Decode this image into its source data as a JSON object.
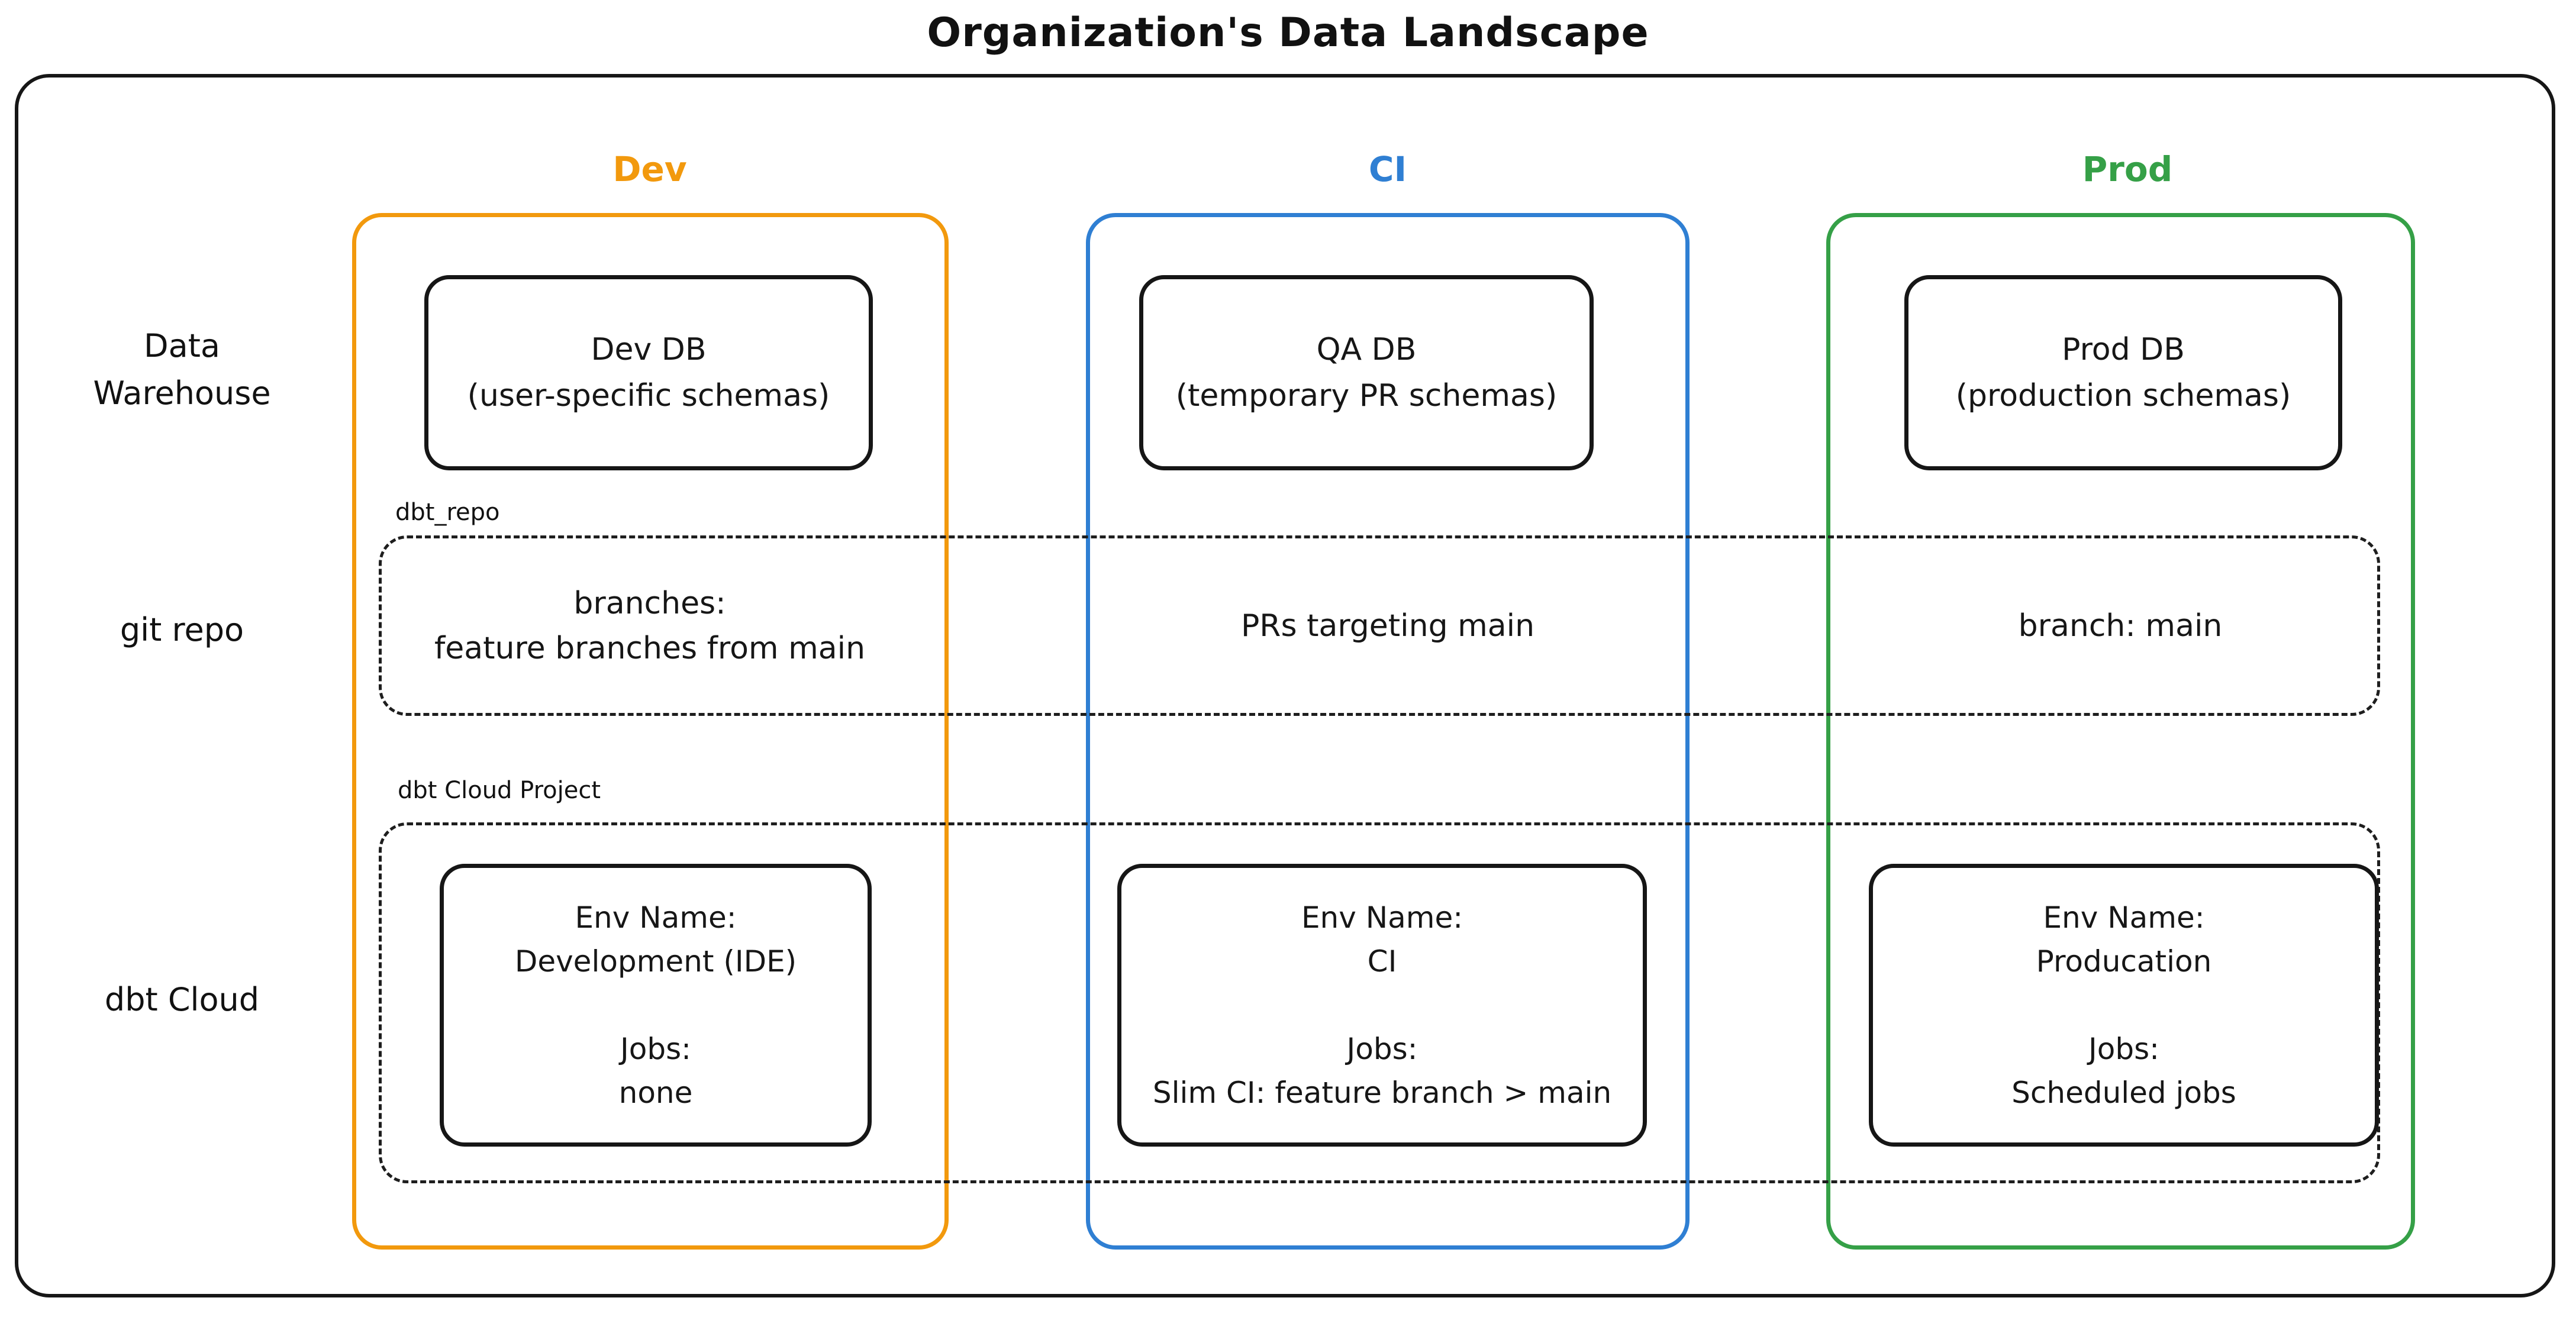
{
  "title": "Organization's Data Landscape",
  "columns": [
    {
      "label": "Dev",
      "color": "#F2990D"
    },
    {
      "label": "CI",
      "color": "#2F7FD3"
    },
    {
      "label": "Prod",
      "color": "#35A047"
    }
  ],
  "row_labels": {
    "warehouse_line1": "Data",
    "warehouse_line2": "Warehouse",
    "git_repo": "git repo",
    "dbt_cloud": "dbt Cloud"
  },
  "warehouse_boxes": [
    {
      "line1": "Dev DB",
      "line2": "(user-specific schemas)"
    },
    {
      "line1": "QA DB",
      "line2": "(temporary PR schemas)"
    },
    {
      "line1": "Prod DB",
      "line2": "(production schemas)"
    }
  ],
  "git_repo_section": {
    "container_label": "dbt_repo",
    "cells": [
      {
        "line1": "branches:",
        "line2": "feature branches from main"
      },
      {
        "line1": "PRs targeting main",
        "line2": ""
      },
      {
        "line1": "branch: main",
        "line2": ""
      }
    ]
  },
  "dbt_cloud_section": {
    "container_label": "dbt Cloud Project",
    "env_boxes": [
      {
        "env_label": "Env Name:",
        "env_name": "Development (IDE)",
        "jobs_label": "Jobs:",
        "jobs_value": "none"
      },
      {
        "env_label": "Env Name:",
        "env_name": "CI",
        "jobs_label": "Jobs:",
        "jobs_value": "Slim CI: feature branch > main"
      },
      {
        "env_label": "Env Name:",
        "env_name": "Producation",
        "jobs_label": "Jobs:",
        "jobs_value": "Scheduled jobs"
      }
    ]
  },
  "stroke_color": "#161616"
}
